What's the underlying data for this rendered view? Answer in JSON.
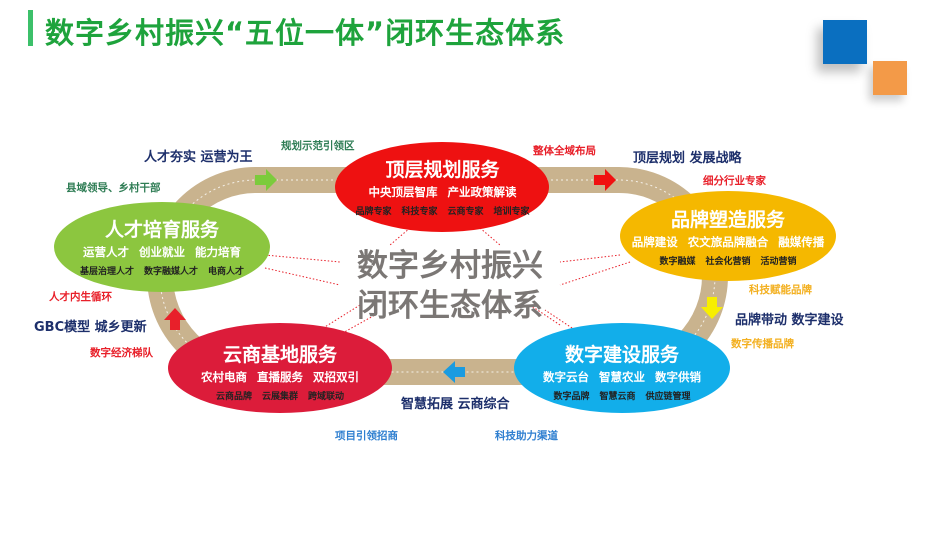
{
  "title": "数字乡村振兴“五位一体”闭环生态体系",
  "center": {
    "line1": "数字乡村振兴",
    "line2": "闭环生态体系"
  },
  "nodes": {
    "top": {
      "title": "顶层规划服务",
      "row1": [
        "中央顶层智库",
        "产业政策解读"
      ],
      "row2": [
        "品牌专家",
        "科技专家",
        "云商专家",
        "培训专家"
      ],
      "color": "#ee1111"
    },
    "brand": {
      "title": "品牌塑造服务",
      "row1": [
        "品牌建设",
        "农文旅品牌融合",
        "融媒传播"
      ],
      "row2": [
        "数字融媒",
        "社会化营销",
        "活动营销"
      ],
      "color": "#f5b800"
    },
    "digital": {
      "title": "数字建设服务",
      "row1": [
        "数字云台",
        "智慧农业",
        "数字供销"
      ],
      "row2": [
        "数字品牌",
        "智慧云商",
        "供应链管理"
      ],
      "color": "#12aeea"
    },
    "cloud": {
      "title": "云商基地服务",
      "row1": [
        "农村电商",
        "直播服务",
        "双招双引"
      ],
      "row2": [
        "云商品牌",
        "云展集群",
        "跨域联动"
      ],
      "color": "#dc1c3a"
    },
    "talent": {
      "title": "人才培育服务",
      "row1": [
        "运营人才",
        "创业就业",
        "能力培育"
      ],
      "row2": [
        "基层治理人才",
        "数字融媒人才",
        "电商人才"
      ],
      "color": "#8cc63f"
    }
  },
  "labels": {
    "talent_top": "人才夯实 运营为王",
    "plan_demo": "规划示范引领区",
    "county": "县域领导、乡村干部",
    "whole_layout": "整体全域布局",
    "plan_strategy": "顶层规划 发展战略",
    "industry_expert": "细分行业专家",
    "tech_brand": "科技赋能品牌",
    "brand_digital": "品牌带动 数字建设",
    "digital_spread": "数字传播品牌",
    "smart_expand": "智慧拓展 云商综合",
    "project_invest": "项目引领招商",
    "tech_channel": "科技助力渠道",
    "talent_cycle": "人才内生循环",
    "gbc": "GBC模型 城乡更新",
    "digital_echelon": "数字经济梯队"
  },
  "colors": {
    "track": "#c9b38e",
    "title": "#1ea33c",
    "navy": "#1d2f6b"
  }
}
